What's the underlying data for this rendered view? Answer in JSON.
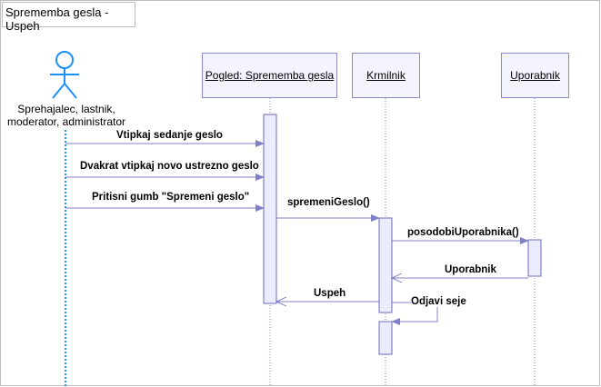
{
  "diagram": {
    "title": "Sprememba gesla - Uspeh",
    "actor": {
      "name_lines": [
        "Sprehajalec, lastnik,",
        "moderator, administrator"
      ],
      "icon": "stick-figure-icon"
    },
    "lifelines": [
      {
        "id": "view",
        "label": "Pogled: Sprememba gesla"
      },
      {
        "id": "controller",
        "label": "Krmilnik"
      },
      {
        "id": "user",
        "label": "Uporabnik"
      }
    ],
    "messages": [
      {
        "label": "Vtipkaj sedanje geslo",
        "from": "actor",
        "to": "view",
        "kind": "sync"
      },
      {
        "label": "Dvakrat vtipkaj novo ustrezno geslo",
        "from": "actor",
        "to": "view",
        "kind": "sync"
      },
      {
        "label": "Pritisni gumb \"Spremeni geslo\"",
        "from": "actor",
        "to": "view",
        "kind": "sync"
      },
      {
        "label": "spremeniGeslo()",
        "from": "view",
        "to": "controller",
        "kind": "sync"
      },
      {
        "label": "posodobiUporabnika()",
        "from": "controller",
        "to": "user",
        "kind": "sync"
      },
      {
        "label": "Uporabnik",
        "from": "user",
        "to": "controller",
        "kind": "return"
      },
      {
        "label": "Uspeh",
        "from": "controller",
        "to": "view",
        "kind": "return"
      },
      {
        "label": "Odjavi seje",
        "from": "controller",
        "to": "controller",
        "kind": "self"
      }
    ],
    "colors": {
      "lifeline_border": "#8a8ad0",
      "lifeline_fill": "#f4f4ff",
      "activation_fill": "#ececff",
      "message_line": "#8080c8",
      "actor_stroke": "#1e90ff",
      "actor_lifeline": "#1e90ff"
    }
  }
}
